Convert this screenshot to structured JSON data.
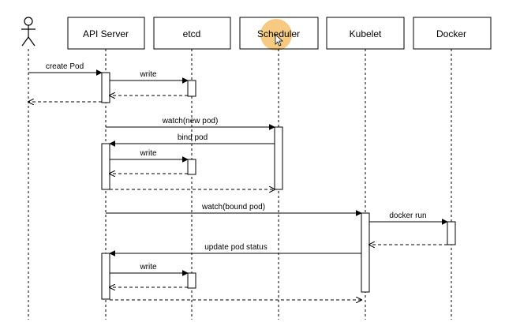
{
  "participants": [
    {
      "id": "actor",
      "label": "",
      "kind": "actor"
    },
    {
      "id": "api",
      "label": "API Server",
      "kind": "box"
    },
    {
      "id": "etcd",
      "label": "etcd",
      "kind": "box"
    },
    {
      "id": "scheduler",
      "label": "Scheduler",
      "kind": "box"
    },
    {
      "id": "kubelet",
      "label": "Kubelet",
      "kind": "box"
    },
    {
      "id": "docker",
      "label": "Docker",
      "kind": "box"
    }
  ],
  "messages": [
    {
      "from": "actor",
      "to": "api",
      "label": "create Pod",
      "style": "solid"
    },
    {
      "from": "api",
      "to": "etcd",
      "label": "write",
      "style": "solid"
    },
    {
      "from": "etcd",
      "to": "api",
      "label": "",
      "style": "dashed"
    },
    {
      "from": "api",
      "to": "actor",
      "label": "",
      "style": "dashed"
    },
    {
      "from": "api",
      "to": "scheduler",
      "label": "watch(new pod)",
      "style": "solid"
    },
    {
      "from": "scheduler",
      "to": "api",
      "label": "bind pod",
      "style": "solid"
    },
    {
      "from": "api",
      "to": "etcd",
      "label": "write",
      "style": "solid"
    },
    {
      "from": "etcd",
      "to": "api",
      "label": "",
      "style": "dashed"
    },
    {
      "from": "api",
      "to": "scheduler",
      "label": "",
      "style": "dashed"
    },
    {
      "from": "api",
      "to": "kubelet",
      "label": "watch(bound pod)",
      "style": "solid"
    },
    {
      "from": "kubelet",
      "to": "docker",
      "label": "docker run",
      "style": "solid"
    },
    {
      "from": "docker",
      "to": "kubelet",
      "label": "",
      "style": "dashed"
    },
    {
      "from": "kubelet",
      "to": "api",
      "label": "update pod status",
      "style": "solid"
    },
    {
      "from": "api",
      "to": "etcd",
      "label": "write",
      "style": "solid"
    },
    {
      "from": "etcd",
      "to": "api",
      "label": "",
      "style": "dashed"
    },
    {
      "from": "api",
      "to": "kubelet",
      "label": "",
      "style": "dashed"
    }
  ],
  "colors": {
    "line": "#000000",
    "box_fill": "#ffffff",
    "cursor_highlight": "#f5c26b"
  },
  "cursor": {
    "icon": "mouse-pointer-icon",
    "target": "scheduler"
  }
}
